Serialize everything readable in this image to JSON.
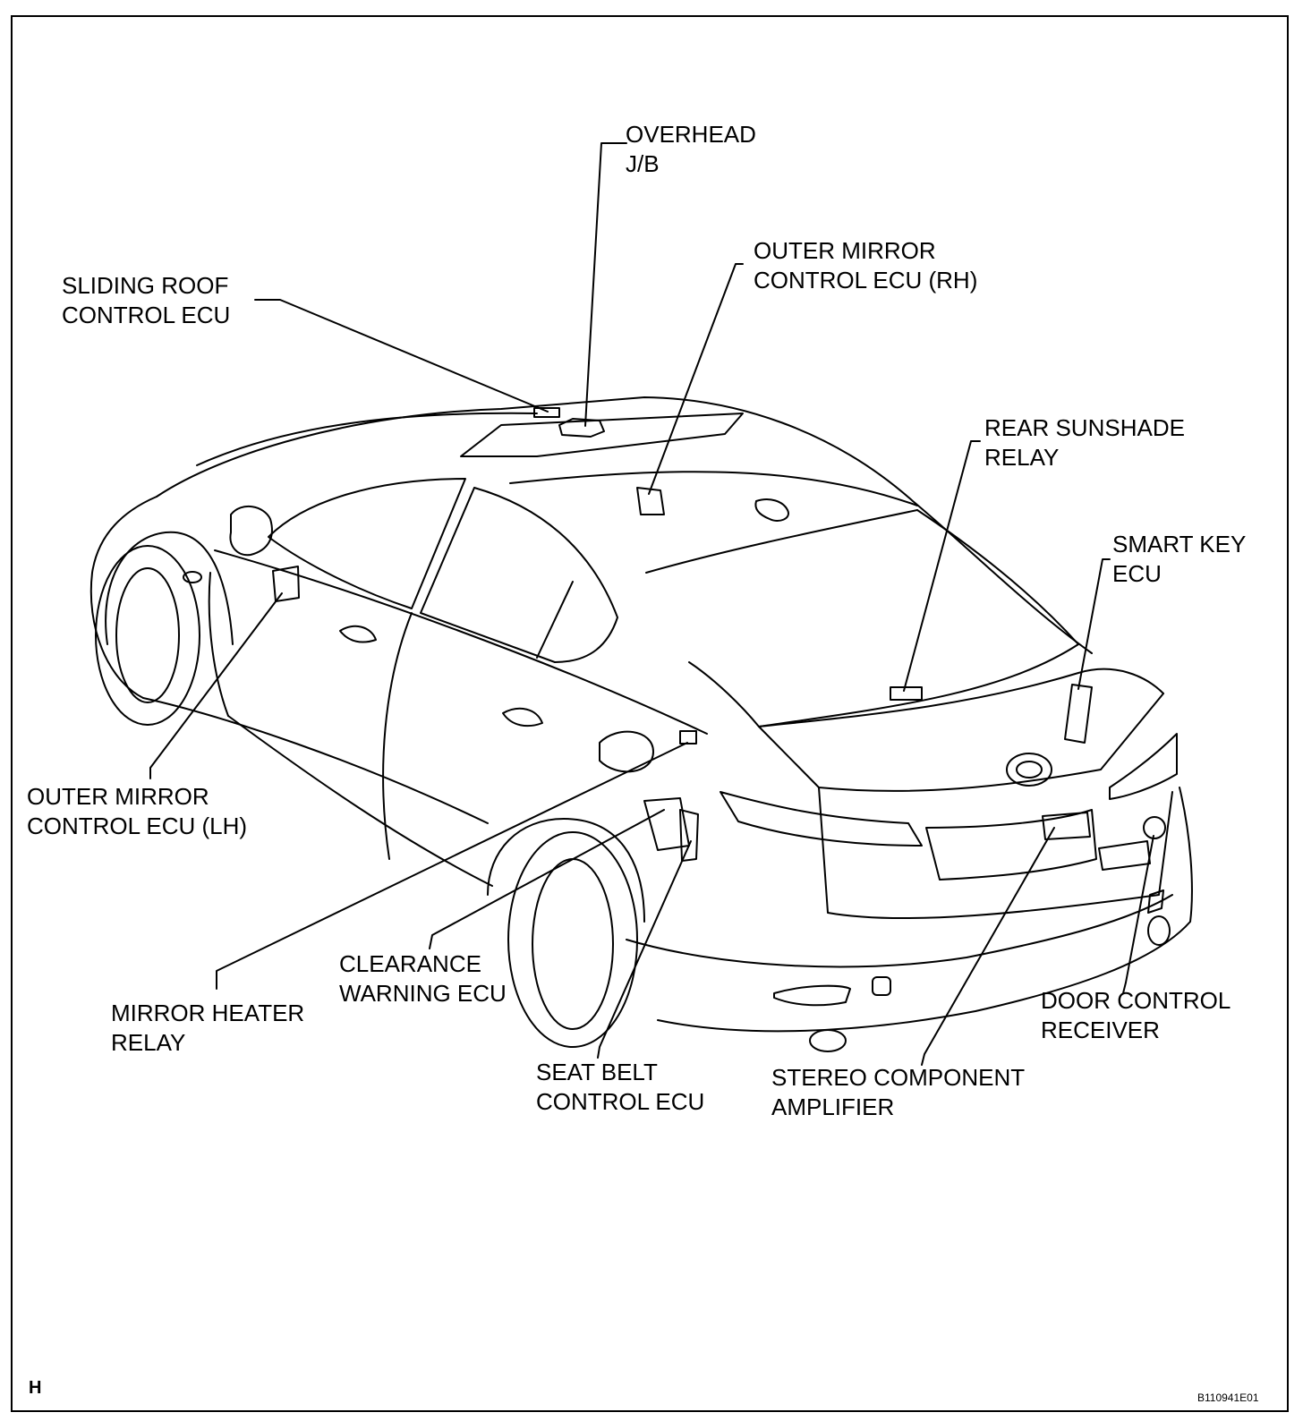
{
  "diagram": {
    "section_letter": "H",
    "figure_code": "B110941E01",
    "labels": [
      {
        "id": "overhead-jb",
        "lines": [
          "OVERHEAD",
          "J/B"
        ]
      },
      {
        "id": "outer-mirror-rh",
        "lines": [
          "OUTER MIRROR",
          "CONTROL ECU (RH)"
        ]
      },
      {
        "id": "sliding-roof",
        "lines": [
          "SLIDING ROOF",
          "CONTROL ECU"
        ]
      },
      {
        "id": "rear-sunshade",
        "lines": [
          "REAR SUNSHADE",
          "RELAY"
        ]
      },
      {
        "id": "smart-key",
        "lines": [
          "SMART KEY",
          "ECU"
        ]
      },
      {
        "id": "outer-mirror-lh",
        "lines": [
          "OUTER MIRROR",
          "CONTROL ECU (LH)"
        ]
      },
      {
        "id": "clearance-warning",
        "lines": [
          "CLEARANCE",
          "WARNING ECU"
        ]
      },
      {
        "id": "mirror-heater",
        "lines": [
          "MIRROR HEATER",
          "RELAY"
        ]
      },
      {
        "id": "door-control",
        "lines": [
          "DOOR CONTROL",
          "RECEIVER"
        ]
      },
      {
        "id": "seat-belt",
        "lines": [
          "SEAT BELT",
          "CONTROL ECU"
        ]
      },
      {
        "id": "stereo-amp",
        "lines": [
          "STEREO COMPONENT",
          "AMPLIFIER"
        ]
      }
    ]
  }
}
